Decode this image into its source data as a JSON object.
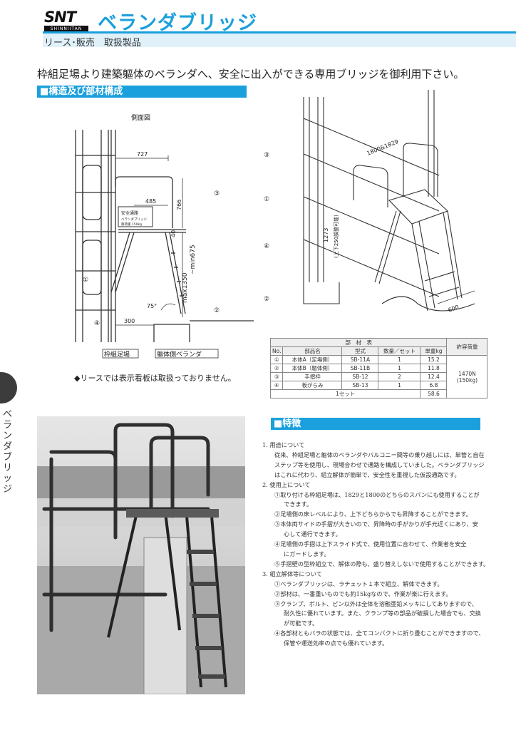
{
  "header": {
    "logo_text": "SNT",
    "logo_sub": "SHINNIITAN",
    "title": "ベランダブリッジ",
    "subtitle": "リース･販売　取扱製品"
  },
  "lead": "枠組足場より建築軀体のベランダへ、安全に出入ができる専用ブリッジを御利用下さい。",
  "section1": {
    "title": "■構造及び部材構成"
  },
  "section2": {
    "title": "■特徴"
  },
  "side_tab": "ベランダブリッジ",
  "side_view": {
    "caption": "側面図",
    "dims": {
      "d727": "727",
      "d485": "485",
      "d766": "766",
      "d40": "40",
      "dmax": "max1350",
      "dmin": "~min675",
      "d300": "300",
      "deg": "75°"
    },
    "sign": [
      "安全通路",
      "ベランダブリッジ",
      "耐荷重 150kg"
    ],
    "labels": {
      "scaffold": "枠組足場",
      "veranda": "軀体側ベランダ"
    },
    "callouts": [
      "①",
      "④",
      "③",
      "②"
    ]
  },
  "iso_view": {
    "dim_span": "1800&1829",
    "dim_height": "1273",
    "dim_height_note": "(上下250調整可能)",
    "dim_width": "600",
    "callouts": [
      "③",
      "①",
      "④",
      "②"
    ]
  },
  "parts_table": {
    "caption": "部　材　表",
    "headers": [
      "No.",
      "部品名",
      "型式",
      "数量／セット",
      "単重kg"
    ],
    "load_header": "許容荷重",
    "rows": [
      [
        "①",
        "本体A（足場側）",
        "SB-11A",
        "1",
        "15.2"
      ],
      [
        "②",
        "本体B（軀体側）",
        "SB-11B",
        "1",
        "11.8"
      ],
      [
        "③",
        "手摺枠",
        "SB-12",
        "2",
        "12.4"
      ],
      [
        "④",
        "板がらみ",
        "SB-13",
        "1",
        "6.8"
      ]
    ],
    "set_row": {
      "label": "1セット",
      "weight": "58.6"
    },
    "load_value": "1470N",
    "load_value2": "(150kg)"
  },
  "lease_note": "◆リースでは表示看板は取扱っておりません。",
  "features": {
    "s1": "1. 用途について",
    "s1_p": [
      "従来、枠組足場と軀体のベランダやバルコニー間等の乗り越しには、単管と自在",
      "ステップ等を使用し、現場合わせで通路を構成していました。ベランダブリッジ",
      "はこれに代わり、組立解体が簡単で、安全性を重視した仮設通路です。"
    ],
    "s2": "2. 使用上について",
    "s2_items": [
      [
        "①取り付ける枠組足場は、1829と1800のどちらのスパンにも使用することが",
        "できます。"
      ],
      [
        "②足場側の床レベルにより、上下どちらからでも昇降することができます。"
      ],
      [
        "③本体両サイドの手摺が大きいので、昇降時の手がかりが手元近くにあり、安",
        "心して通行できます。"
      ],
      [
        "④足場側の手摺は上下スライド式で、使用位置に合わせて、作業者を安全",
        "にガードします。"
      ],
      [
        "⑤手摺壁の型枠組立で、解体の際も、盛り替えしないで使用することができます。"
      ]
    ],
    "s3": "3. 組立解体等について",
    "s3_items": [
      [
        "①ベランダブリッジは、ラチェット１本で組立、解体できます。"
      ],
      [
        "②部材は、一番重いものでも約15kgなので、作業が楽に行えます。"
      ],
      [
        "③クランプ、ボルト、ピン以外は全体を溶融亜鉛メッキにしてありますので、",
        "耐久性に優れています。また、クランプ等の部品が破損した場合でも、交換",
        "が可能です。"
      ],
      [
        "④各部材ともバラの状態では、全てコンパクトに折り畳むことができますので、",
        "保管や運送効率の点でも優れています。"
      ]
    ]
  },
  "colors": {
    "accent": "#1aa0dc",
    "accent_light": "#e0f1fa",
    "tab": "#3c3c3c"
  }
}
